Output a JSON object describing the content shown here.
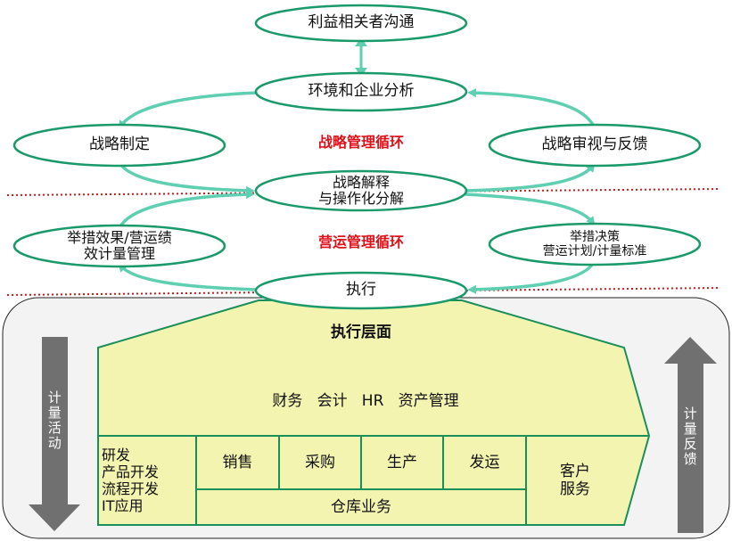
{
  "colors": {
    "ellipse_stroke": "#1a9a6a",
    "arrow": "#5fcfb1",
    "cycle_label": "#e0101a",
    "divider": "#d01a1a",
    "panel_fill": "#f3f3f3",
    "yellow_fill": "#f3f4b0",
    "yellow_stroke": "#1a8f5a",
    "side_arrow": "#707070"
  },
  "nodes": {
    "stakeholder": "利益相关者沟通",
    "environment": "环境和企业分析",
    "strategy_make": "战略制定",
    "strategy_review": "战略审视与反馈",
    "strategy_decompose": "战略解释\n与操作化分解",
    "measure_mgmt": "举措效果/营运绩\n效计量管理",
    "decision": "举措决策\n营运计划/计量标准",
    "execute": "执行"
  },
  "cycles": {
    "strategic": "战略管理循环",
    "operational": "营运管理循环"
  },
  "execution": {
    "title": "执行层面",
    "finance": "财务   会计   HR   资产管理",
    "rd": "研发\n产品开发\n流程开发\nIT应用",
    "sales": "销售",
    "purchasing": "采购",
    "production": "生产",
    "shipping": "发运",
    "warehouse": "仓库业务",
    "customer_service": "客户\n服务",
    "left_side": "计量活动",
    "right_side": "计量反馈"
  }
}
